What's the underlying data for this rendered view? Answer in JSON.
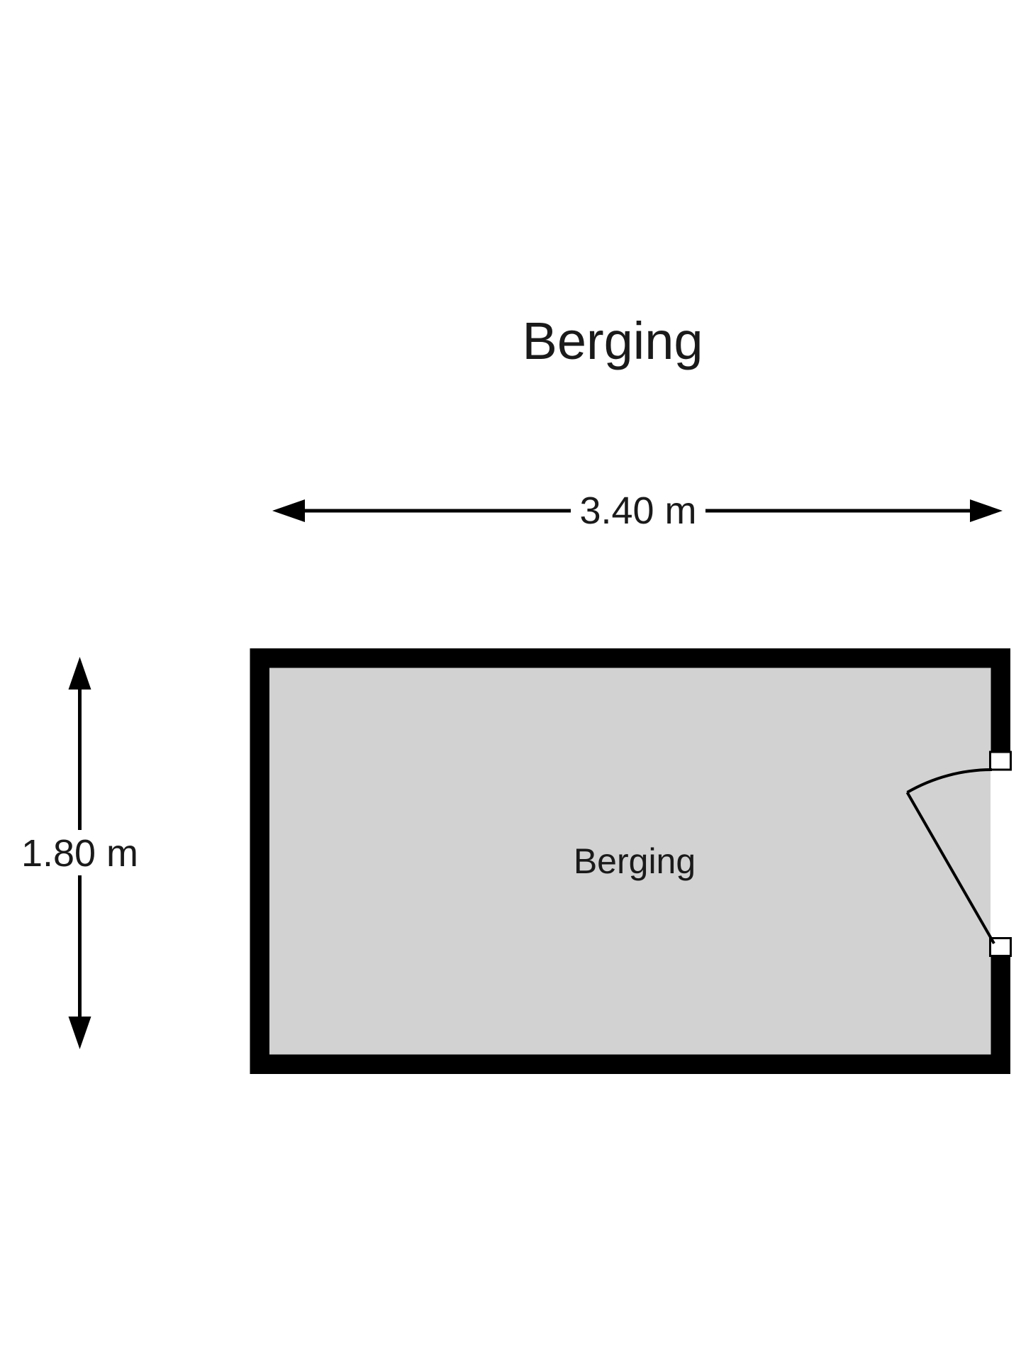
{
  "title": "Berging",
  "room": {
    "label": "Berging"
  },
  "dimensions": {
    "horizontal": {
      "label": "3.40 m"
    },
    "vertical": {
      "label": "1.80 m"
    }
  },
  "colors": {
    "background": "#ffffff",
    "wall": "#000000",
    "floor": "#d2d2d2",
    "text": "#1a1a1a",
    "line": "#000000",
    "door": "#000000",
    "jamb_fill": "#ffffff"
  }
}
